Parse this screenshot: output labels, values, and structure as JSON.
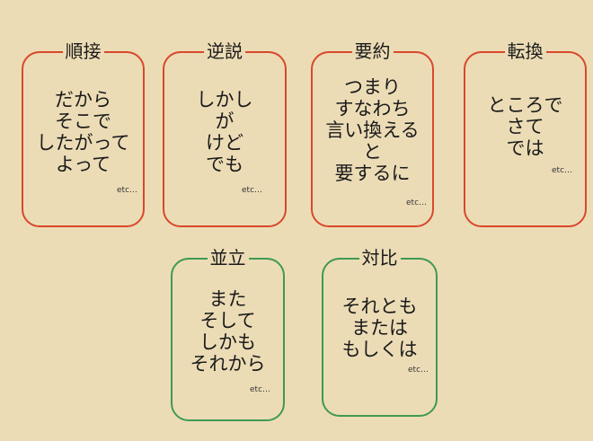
{
  "colors": {
    "background": "#ecdcb6",
    "red": "#d8482b",
    "green": "#3e9a4f"
  },
  "etc_label": "etc…",
  "cards": [
    {
      "title": "順接",
      "items": [
        "だから",
        "そこで",
        "したがって",
        "よって"
      ]
    },
    {
      "title": "逆説",
      "items": [
        "しかし",
        "が",
        "けど",
        "でも"
      ]
    },
    {
      "title": "要約",
      "items": [
        "つまり",
        "すなわち",
        "言い換える",
        "と",
        "要するに"
      ]
    },
    {
      "title": "転換",
      "items": [
        "ところで",
        "さて",
        "では"
      ]
    },
    {
      "title": "並立",
      "items": [
        "また",
        "そして",
        "しかも",
        "それから"
      ]
    },
    {
      "title": "対比",
      "items": [
        "それとも",
        "または",
        "もしくは"
      ]
    }
  ]
}
